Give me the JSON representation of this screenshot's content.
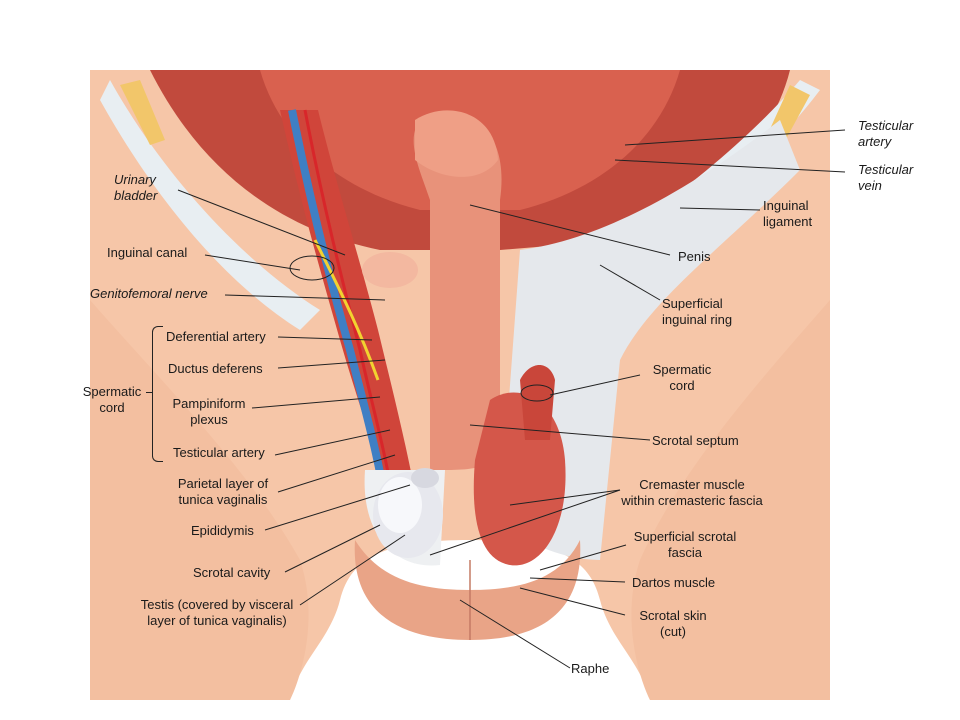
{
  "labels": {
    "testicular_artery_top": "Testicular\nartery",
    "testicular_vein": "Testicular\nvein",
    "inguinal_ligament": "Inguinal\nligament",
    "urinary_bladder": "Urinary\nbladder",
    "inguinal_canal": "Inguinal canal",
    "penis": "Penis",
    "genitofemoral_nerve": "Genitofemoral nerve",
    "superficial_inguinal_ring": "Superficial\ninguinal ring",
    "deferential_artery": "Deferential artery",
    "ductus_deferens": "Ductus deferens",
    "spermatic_cord_left": "Spermatic\ncord",
    "pampiniform_plexus": "Pampiniform\nplexus",
    "spermatic_cord_right": "Spermatic\ncord",
    "testicular_artery_left": "Testicular artery",
    "scrotal_septum": "Scrotal septum",
    "parietal_layer": "Parietal layer of\ntunica vaginalis",
    "cremaster_muscle": "Cremaster muscle\nwithin cremasteric fascia",
    "epididymis": "Epididymis",
    "superficial_scrotal_fascia": "Superficial scrotal\nfascia",
    "scrotal_cavity": "Scrotal cavity",
    "dartos_muscle": "Dartos muscle",
    "testis": "Testis (covered by visceral\nlayer of tunica vaginalis)",
    "scrotal_skin": "Scrotal skin\n(cut)",
    "raphe": "Raphe"
  },
  "colors": {
    "skin": "#f6c6a8",
    "muscle": "#c9463a",
    "artery": "#d8262a",
    "vein": "#3f7fc4",
    "nerve": "#f2d230",
    "fascia": "#e9ecef",
    "fat": "#f2c66a"
  }
}
